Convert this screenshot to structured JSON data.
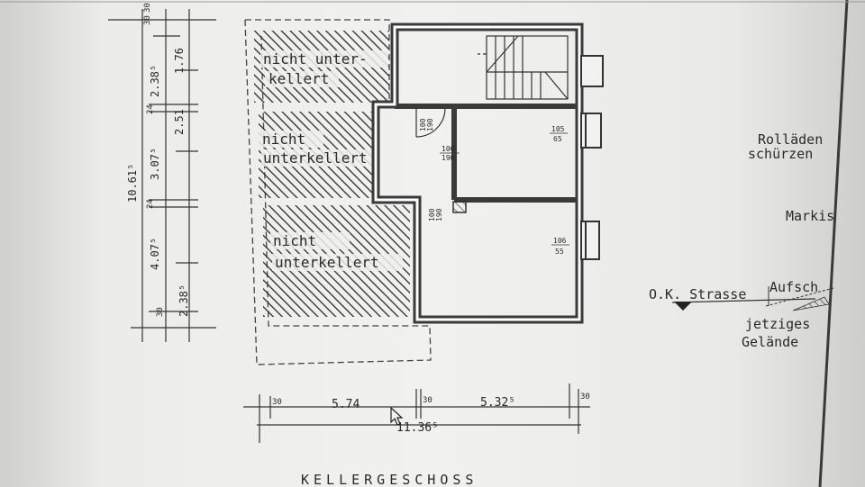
{
  "drawing": {
    "title": "KELLERGESCHOSS",
    "hatched_zones": [
      {
        "line1": "nicht unter-",
        "line2": "kellert"
      },
      {
        "line1": "nicht",
        "line2": "unterkellert"
      },
      {
        "line1": "nicht",
        "line2": "unterkellert"
      }
    ],
    "openings": [
      {
        "top": "100",
        "bottom": "190"
      },
      {
        "top": "105",
        "bottom": "65"
      },
      {
        "top": "106",
        "bottom": "55"
      },
      {
        "top": "100",
        "bottom": "190"
      },
      {
        "top": "100",
        "bottom": "190"
      }
    ],
    "right_notes": [
      "Rolläden",
      "schürzen",
      "Markis",
      "O.K. Strasse",
      "Aufsch",
      "jetziges",
      "Gelände"
    ],
    "bottom_dims": [
      "30",
      "5.74",
      "30",
      "5.32⁵",
      "30",
      "11.36⁵"
    ],
    "left_dims": [
      "10.61⁵",
      "30",
      "3.07⁵",
      "24",
      "2.51",
      "2.38⁵",
      "1.76",
      "24",
      "4.07⁵",
      "30",
      "2.38⁵",
      "30"
    ]
  }
}
